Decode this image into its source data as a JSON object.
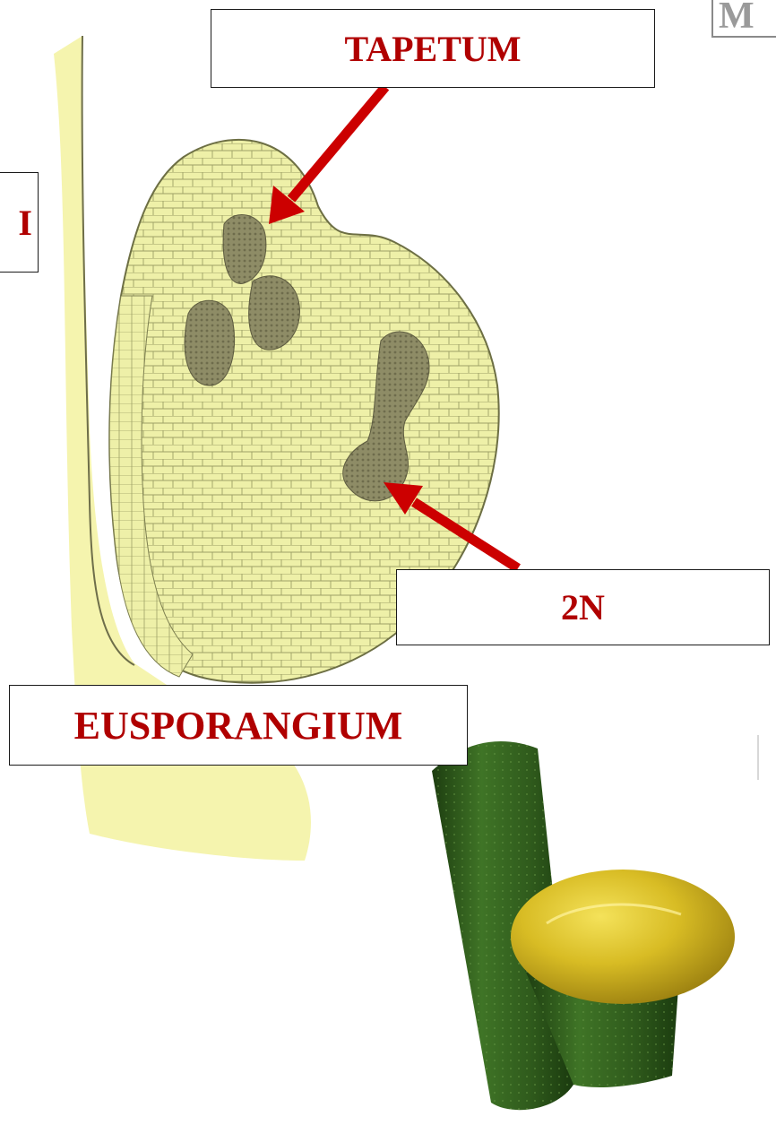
{
  "labels": {
    "tapetum": "TAPETUM",
    "diploid": "2N",
    "eusporangium": "EUSPORANGIUM",
    "left_partial": "I",
    "corner_partial": "M"
  },
  "colors": {
    "label_text": "#b00000",
    "arrow": "#cc0000",
    "tissue_fill": "#eef0a8",
    "tissue_line": "#8d8f5a",
    "sporogenous": "#8e8c66",
    "stem_green": "#2f5a1c",
    "sporangium_yellow": "#cfb51c"
  }
}
